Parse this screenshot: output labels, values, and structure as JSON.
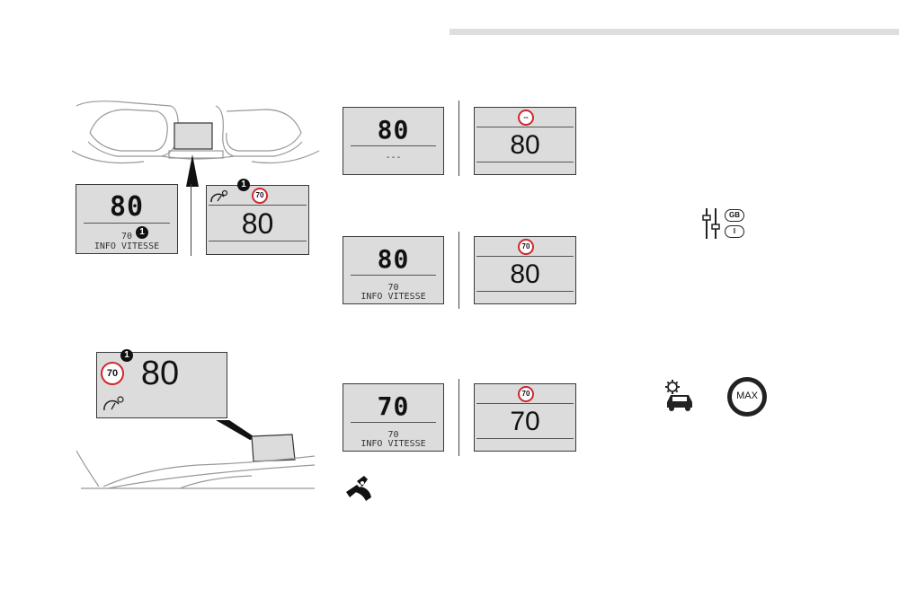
{
  "fig1": {
    "mono_display": {
      "speed": "80",
      "limit": "70",
      "info": "INFO VITESSE",
      "callout": "1"
    },
    "color_display": {
      "speed": "80",
      "sign": "70",
      "callout": "1"
    }
  },
  "hud": {
    "speed": "80",
    "sign": "70",
    "callout": "1"
  },
  "rows": [
    {
      "mono_speed": "80",
      "mono_line2": "---",
      "mono_line3": "",
      "color_sign": "--",
      "color_speed": "80"
    },
    {
      "mono_speed": "80",
      "mono_line2": "70",
      "mono_line3": "INFO VITESSE",
      "color_sign": "70",
      "color_speed": "80"
    },
    {
      "mono_speed": "70",
      "mono_line2": "70",
      "mono_line3": "INFO VITESSE",
      "color_sign": "70",
      "color_speed": "70"
    }
  ],
  "icons": {
    "settings_gb": "GB",
    "settings_i": "I",
    "max_button": "MAX"
  }
}
